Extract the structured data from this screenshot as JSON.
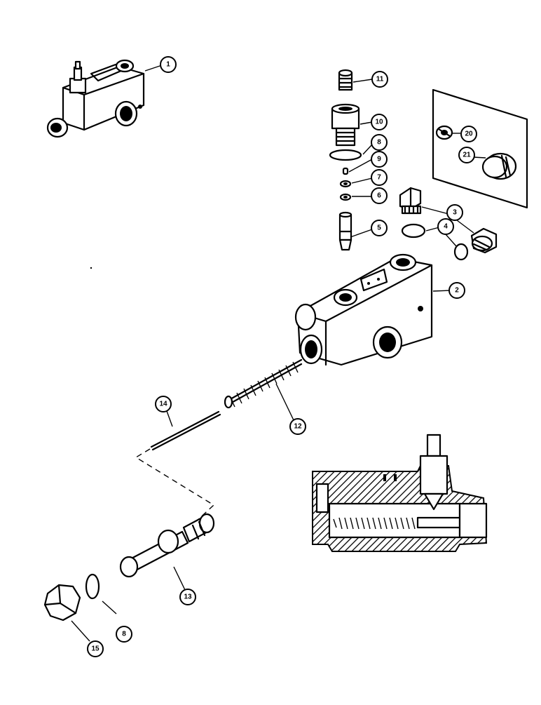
{
  "diagram": {
    "callouts": [
      {
        "id": "c1",
        "label": "1"
      },
      {
        "id": "c2",
        "label": "2"
      },
      {
        "id": "c3",
        "label": "3"
      },
      {
        "id": "c4",
        "label": "4"
      },
      {
        "id": "c5",
        "label": "5"
      },
      {
        "id": "c6",
        "label": "6"
      },
      {
        "id": "c7",
        "label": "7"
      },
      {
        "id": "c8a",
        "label": "8"
      },
      {
        "id": "c9",
        "label": "9"
      },
      {
        "id": "c10",
        "label": "10"
      },
      {
        "id": "c11",
        "label": "11"
      },
      {
        "id": "c12",
        "label": "12"
      },
      {
        "id": "c13",
        "label": "13"
      },
      {
        "id": "c14",
        "label": "14"
      },
      {
        "id": "c8b",
        "label": "8"
      },
      {
        "id": "c15",
        "label": "15"
      },
      {
        "id": "c20",
        "label": "20"
      },
      {
        "id": "c21",
        "label": "21"
      }
    ]
  }
}
